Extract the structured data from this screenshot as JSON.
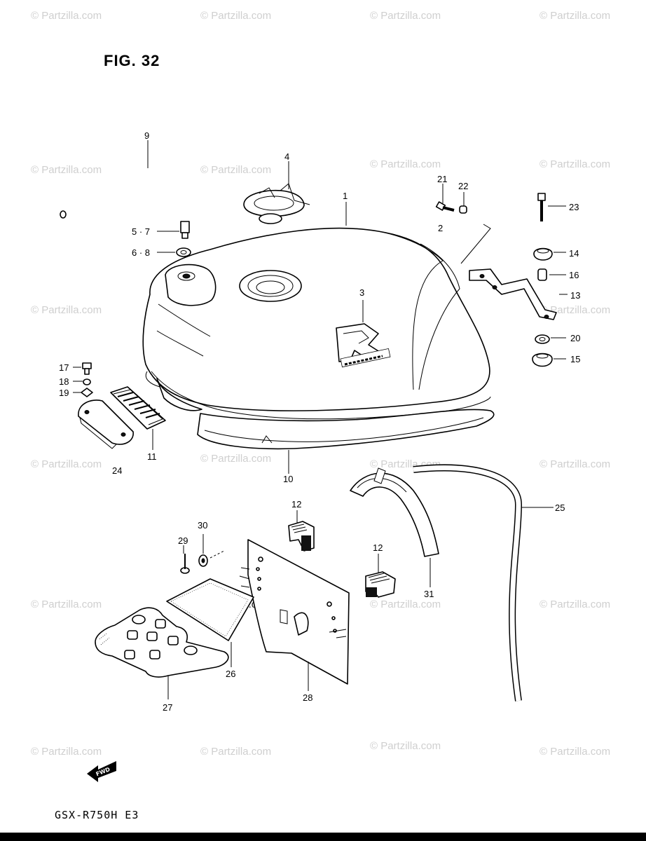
{
  "figure_title": "FIG. 32",
  "model_code": "GSX-R750H E3",
  "fwd_label": "FWD",
  "watermark": "© Partzilla.com",
  "callouts": {
    "p1": "1",
    "p2": "2",
    "p3": "3",
    "p4": "4",
    "p5_7": "5 · 7",
    "p6_8": "6 · 8",
    "p9": "9",
    "p10": "10",
    "p11": "11",
    "p12a": "12",
    "p12b": "12",
    "p13": "13",
    "p14": "14",
    "p15": "15",
    "p16": "16",
    "p17": "17",
    "p18": "18",
    "p19": "19",
    "p20": "20",
    "p21": "21",
    "p22": "22",
    "p23": "23",
    "p24": "24",
    "p25": "25",
    "p26": "26",
    "p27": "27",
    "p28": "28",
    "p29": "29",
    "p30": "30",
    "p31": "31"
  }
}
